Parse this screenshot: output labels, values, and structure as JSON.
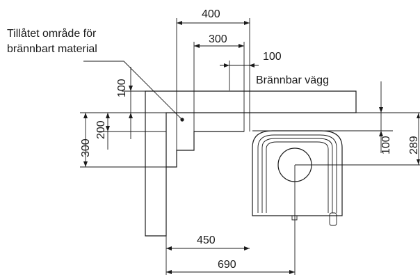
{
  "labels": {
    "allowed_area_line1": "Tillåtet område för",
    "allowed_area_line2": "brännbart material",
    "combustible_wall": "Brännbar vägg"
  },
  "dimensions": {
    "d400": "400",
    "d300_top": "300",
    "d100_top": "100",
    "d100_left": "100",
    "d200_left": "200",
    "d300_left": "300",
    "d100_right": "100",
    "d289_right": "289",
    "d450": "450",
    "d690": "690"
  },
  "colors": {
    "ink": "#1a1a1a",
    "heater_fill": "#e6e6e6"
  }
}
